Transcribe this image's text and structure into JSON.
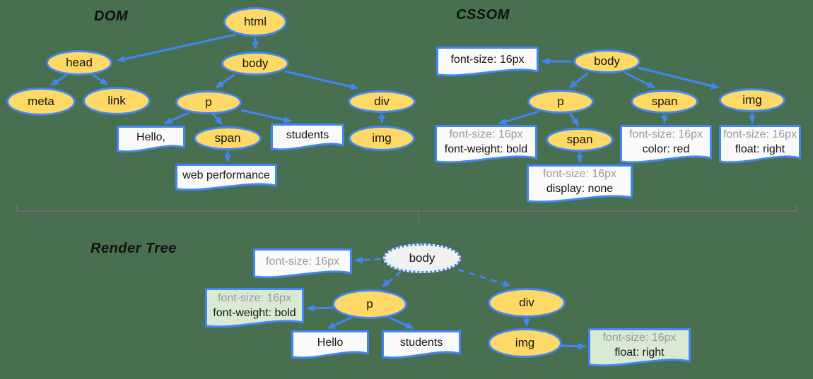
{
  "colors": {
    "background": "#487050",
    "node_fill": "#ffd966",
    "node_stroke": "#4285f4",
    "arrow": "#4285f4",
    "box_fill": "#fafafa",
    "green_box_fill": "#d9ead3",
    "render_root_fill": "#f1f1f1",
    "secondary_text": "#999999",
    "brace": "#6e6e6e"
  },
  "dom": {
    "title": "DOM",
    "nodes": {
      "html": "html",
      "head": "head",
      "body": "body",
      "meta": "meta",
      "link": "link",
      "p": "p",
      "div": "div",
      "span": "span",
      "img": "img"
    },
    "texts": {
      "hello": "Hello,",
      "students": "students",
      "web_performance": "web performance"
    }
  },
  "cssom": {
    "title": "CSSOM",
    "nodes": {
      "body": "body",
      "p": "p",
      "span_red": "span",
      "span_none": "span",
      "img": "img"
    },
    "rules": {
      "body": {
        "line1": "font-size: 16px"
      },
      "p": {
        "line1": "font-size: 16px",
        "line2": "font-weight: bold"
      },
      "span_red": {
        "line1": "font-size: 16px",
        "line2": "color: red"
      },
      "span_none": {
        "line1": "font-size: 16px",
        "line2": "display: none"
      },
      "img": {
        "line1": "font-size: 16px",
        "line2": "float: right"
      }
    }
  },
  "render_tree": {
    "title": "Render Tree",
    "nodes": {
      "body": "body",
      "p": "p",
      "div": "div",
      "img": "img"
    },
    "texts": {
      "hello": "Hello",
      "students": "students"
    },
    "rules": {
      "body": {
        "line1": "font-size: 16px"
      },
      "p": {
        "line1": "font-size: 16px",
        "line2": "font-weight: bold"
      },
      "img": {
        "line1": "font-size: 16px",
        "line2": "float: right"
      }
    }
  }
}
